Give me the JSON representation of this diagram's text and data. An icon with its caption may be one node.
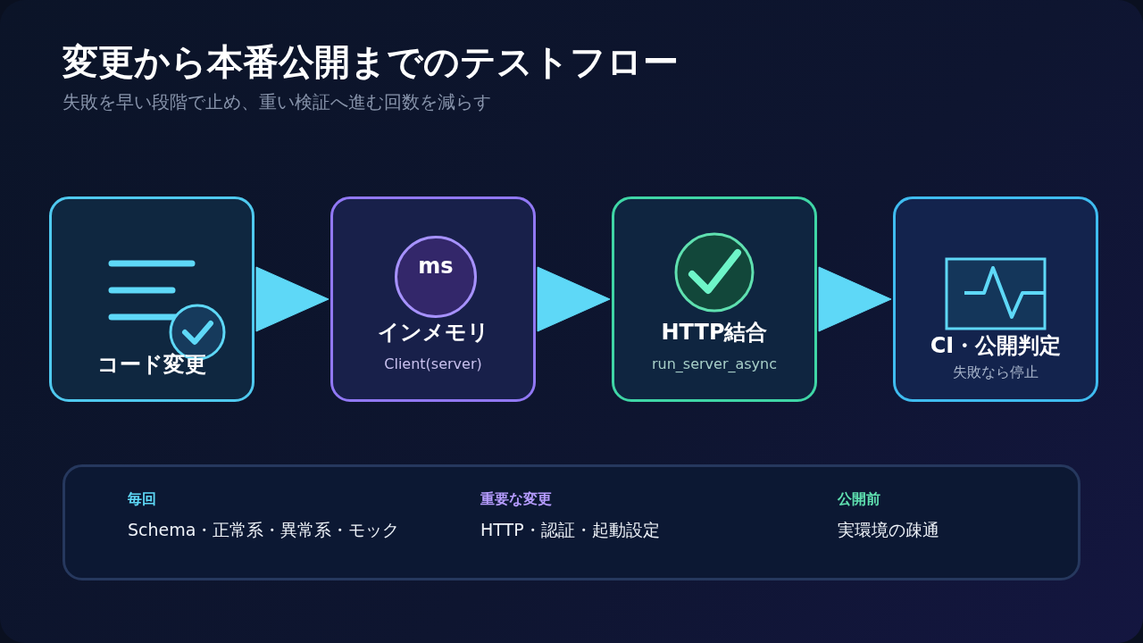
{
  "diagram": {
    "title": "変更から本番公開までのテストフロー",
    "nodes": [
      {
        "text": [
          "コード変更"
        ]
      },
      {
        "text": [
          "インメモリ",
          "Client(server)"
        ]
      },
      {
        "text": [
          "ms"
        ],
        "in": 1
      },
      {
        "text": [
          "HTTP結合",
          "run_server_async"
        ]
      },
      {
        "text": [
          "CI・公開判定",
          "失敗なら停止"
        ]
      },
      {
        "text": [
          "毎回",
          "Schema・正常系・異常系・モック",
          "重要な変更",
          "HTTP・認証・起動設定",
          "公開前",
          "実環境の疎通"
        ]
      }
    ],
    "edges": [
      {
        "from": 0,
        "to": 1,
        "arrow": "to"
      },
      {
        "from": 1,
        "to": 3,
        "arrow": "to"
      },
      {
        "from": 3,
        "to": 4,
        "arrow": "to"
      }
    ],
    "labels": [
      "失敗を早い段階で止め、重い検証へ進む回数を減らす"
    ]
  }
}
